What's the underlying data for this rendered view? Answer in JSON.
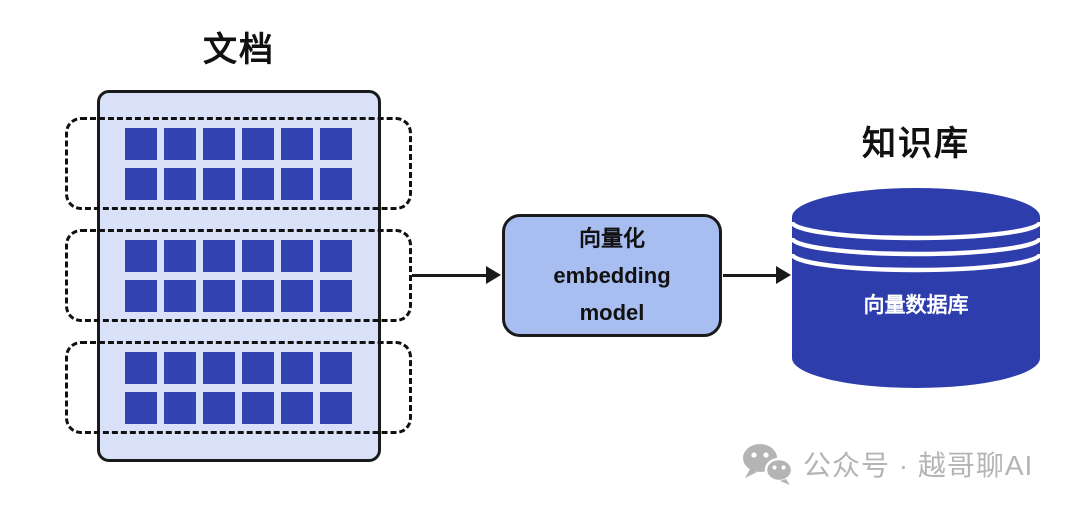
{
  "colors": {
    "background": "#ffffff",
    "document_fill": "#d8e1f8",
    "chunk_square": "#3344b2",
    "embedding_fill": "#a8bdf0",
    "cylinder_fill": "#2e3dac",
    "stroke": "#1a1a1a",
    "watermark_gray": "#b4b4b4"
  },
  "document": {
    "title": "文档",
    "chunk_count": 3,
    "grid": {
      "rows": 2,
      "cols": 6
    }
  },
  "embedding": {
    "lines": [
      "向量化",
      "embedding",
      "model"
    ]
  },
  "knowledge_base": {
    "title": "知识库",
    "database_label": "向量数据库"
  },
  "watermark": {
    "icon": "wechat-icon",
    "text": "公众号 · 越哥聊AI"
  }
}
